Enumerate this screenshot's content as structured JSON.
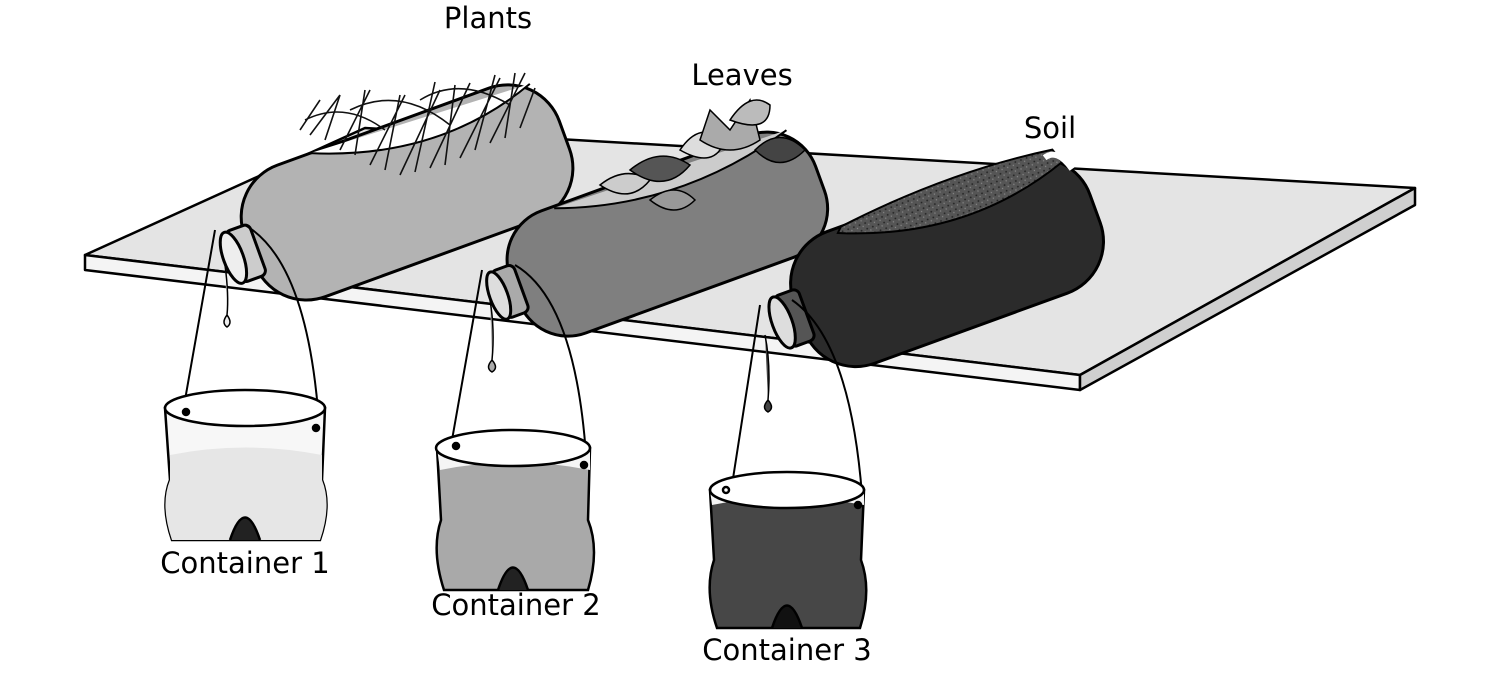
{
  "labels": {
    "plants": "Plants",
    "leaves": "Leaves",
    "soil": "Soil",
    "container1": "Container 1",
    "container2": "Container 2",
    "container3": "Container 3"
  },
  "colors": {
    "board_top": "#e4e4e4",
    "bottle_plants": "#b3b3b3",
    "bottle_leaves": "#7f7f7f",
    "bottle_soil": "#2b2b2b",
    "water_clear": "#e6e6e6",
    "water_medium": "#a9a9a9",
    "water_dark": "#474747"
  }
}
